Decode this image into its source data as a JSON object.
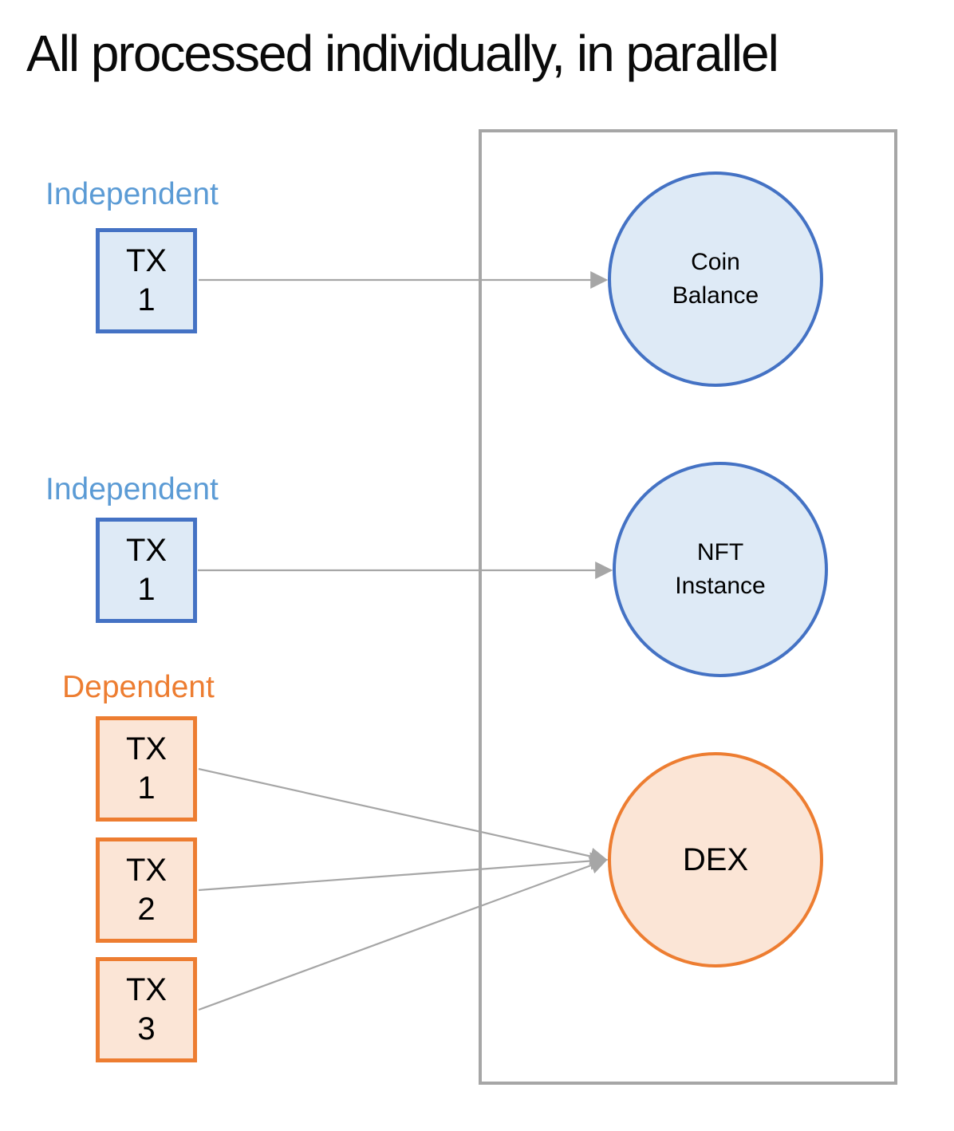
{
  "title": "All processed individually, in parallel",
  "groups": [
    {
      "label": "Independent",
      "type": "independent",
      "boxes": [
        {
          "line1": "TX",
          "line2": "1"
        }
      ]
    },
    {
      "label": "Independent",
      "type": "independent",
      "boxes": [
        {
          "line1": "TX",
          "line2": "1"
        }
      ]
    },
    {
      "label": "Dependent",
      "type": "dependent",
      "boxes": [
        {
          "line1": "TX",
          "line2": "1"
        },
        {
          "line1": "TX",
          "line2": "2"
        },
        {
          "line1": "TX",
          "line2": "3"
        }
      ]
    }
  ],
  "targets": [
    {
      "line1": "Coin",
      "line2": "Balance"
    },
    {
      "line1": "NFT",
      "line2": "Instance"
    },
    {
      "line1": "DEX"
    }
  ],
  "edges": [
    {
      "from": "independent-1.tx-1",
      "to": "coin-balance"
    },
    {
      "from": "independent-2.tx-1",
      "to": "nft-instance"
    },
    {
      "from": "dependent.tx-1",
      "to": "dex"
    },
    {
      "from": "dependent.tx-2",
      "to": "dex"
    },
    {
      "from": "dependent.tx-3",
      "to": "dex"
    }
  ],
  "colors": {
    "independent_label": "#5B9BD5",
    "dependent_label": "#ED7D31",
    "blue_node_border": "#4472C4",
    "blue_node_fill": "#DEEAF6",
    "orange_node_border": "#ED7D31",
    "orange_node_fill": "#FBE5D6",
    "connector_gray": "#A6A6A6",
    "title_text": "#0a0a0a"
  }
}
